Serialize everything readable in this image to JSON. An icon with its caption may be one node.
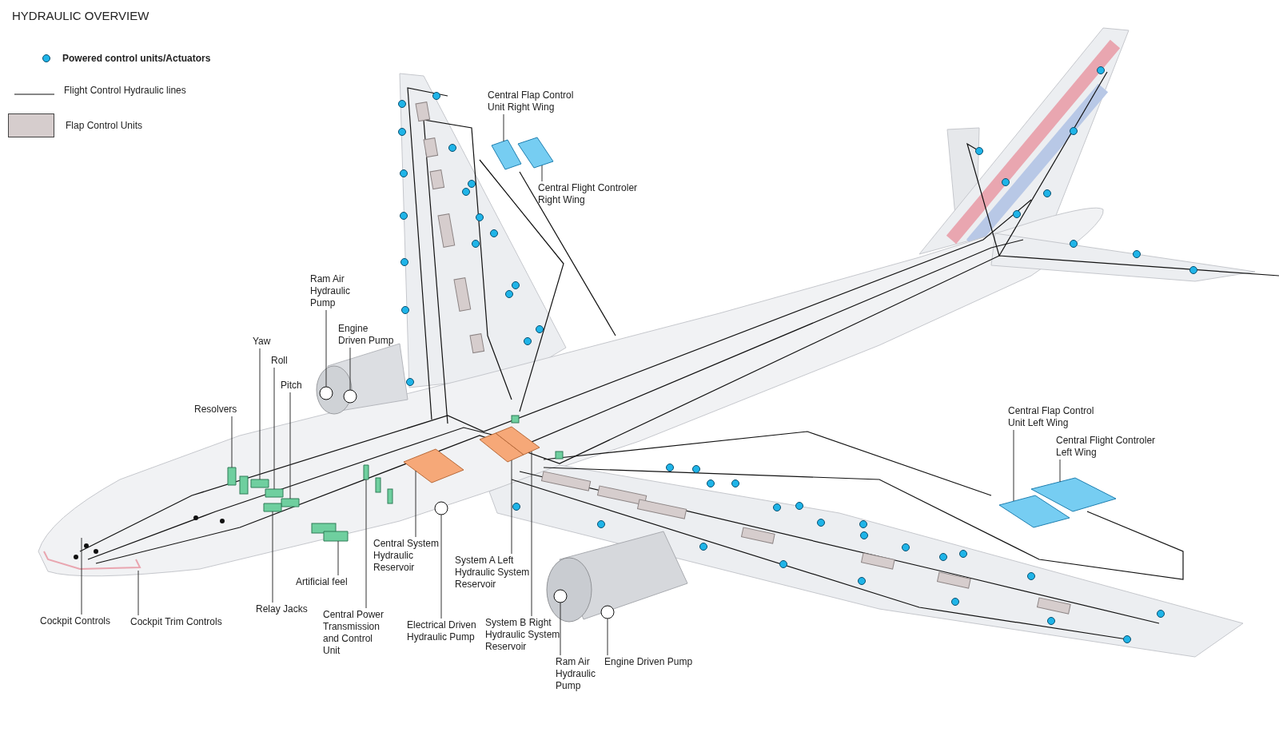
{
  "diagram": {
    "title": "HYDRAULIC OVERVIEW",
    "nodes": [
      {
        "text": [
          "Central Flap Control Unit Right Wing"
        ]
      },
      {
        "text": [
          "Central Flight Controler Right Wing"
        ]
      },
      {
        "text": [
          "Ram Air Hydraulic Pump"
        ]
      },
      {
        "text": [
          "Engine Driven Pump"
        ]
      },
      {
        "text": [
          "Yaw"
        ]
      },
      {
        "text": [
          "Roll"
        ]
      },
      {
        "text": [
          "Pitch"
        ]
      },
      {
        "text": [
          "Resolvers"
        ]
      },
      {
        "text": [
          "Central System Hydraulic Reservoir"
        ]
      },
      {
        "text": [
          "System A Left Hydraulic System Reservoir"
        ]
      },
      {
        "text": [
          "Electrical Driven Hydraulic Pump"
        ]
      },
      {
        "text": [
          "Central Power Transmission and Control Unit"
        ]
      },
      {
        "text": [
          "Artificial feel"
        ]
      },
      {
        "text": [
          "Relay Jacks"
        ]
      },
      {
        "text": [
          "Cockpit Controls"
        ]
      },
      {
        "text": [
          "Cockpit Trim Controls"
        ]
      },
      {
        "text": [
          "System B Right Hydraulic System Reservoir"
        ]
      },
      {
        "text": [
          "Ram Air Hydraulic Pump"
        ]
      },
      {
        "text": [
          "Engine Driven Pump"
        ]
      },
      {
        "text": [
          "Central Flap Control Unit Left Wing"
        ]
      },
      {
        "text": [
          "Central Flight Controler Left Wing"
        ]
      },
      {
        "text": [],
        "shape": "circle"
      },
      {
        "text": [],
        "shape": "circle"
      },
      {
        "text": [],
        "shape": "box"
      },
      {
        "text": [],
        "shape": "circle"
      },
      {
        "text": [],
        "shape": "circle"
      },
      {
        "text": [],
        "shape": "circle"
      },
      {
        "text": [],
        "shape": "box"
      },
      {
        "text": [],
        "shape": "box"
      },
      {
        "text": [],
        "shape": "box"
      },
      {
        "text": [],
        "shape": "box"
      },
      {
        "text": [],
        "shape": "box"
      },
      {
        "text": [],
        "shape": "box"
      },
      {
        "text": [],
        "shape": "box"
      },
      {
        "text": [],
        "shape": "box"
      },
      {
        "text": [],
        "shape": "box"
      },
      {
        "text": [],
        "shape": "box"
      },
      {
        "text": [],
        "shape": "box"
      },
      {
        "text": [],
        "shape": "box"
      },
      {
        "text": [],
        "shape": "box"
      }
    ],
    "edges": [
      {
        "from": 0,
        "to": 27,
        "arrow": "none"
      },
      {
        "from": 1,
        "to": 28,
        "arrow": "none"
      },
      {
        "from": 2,
        "to": 21,
        "arrow": "none"
      },
      {
        "from": 3,
        "to": 25,
        "arrow": "none"
      },
      {
        "from": 4,
        "to": 30,
        "arrow": "none"
      },
      {
        "from": 5,
        "to": 31,
        "arrow": "none"
      },
      {
        "from": 6,
        "to": 32,
        "arrow": "none"
      },
      {
        "from": 7,
        "to": 29,
        "arrow": "none"
      },
      {
        "from": 8,
        "to": 35,
        "arrow": "none"
      },
      {
        "from": 9,
        "to": 36,
        "arrow": "none"
      },
      {
        "from": 10,
        "to": 22,
        "arrow": "none"
      },
      {
        "from": 11,
        "to": 34,
        "arrow": "none"
      },
      {
        "from": 12,
        "to": 23,
        "arrow": "none"
      },
      {
        "from": 13,
        "to": 33,
        "arrow": "none"
      },
      {
        "from": 14,
        "to": null,
        "arrow": "none"
      },
      {
        "from": 15,
        "to": null,
        "arrow": "none"
      },
      {
        "from": 16,
        "to": 37,
        "arrow": "none"
      },
      {
        "from": 17,
        "to": 24,
        "arrow": "none"
      },
      {
        "from": 18,
        "to": 26,
        "arrow": "none"
      },
      {
        "from": 19,
        "to": 38,
        "arrow": "none"
      },
      {
        "from": 20,
        "to": 39,
        "arrow": "none"
      }
    ],
    "legend": [
      {
        "text": "Powered control units/Actuators"
      },
      {
        "text": "Flight Control Hydraulic lines"
      },
      {
        "text": "Flap Control Units",
        "color": "#d6cdcd"
      }
    ]
  }
}
